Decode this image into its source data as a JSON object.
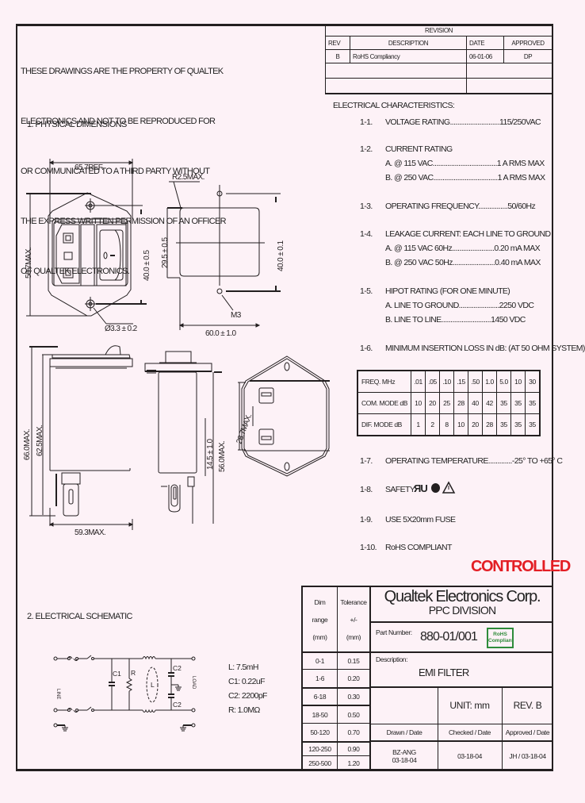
{
  "notice": {
    "lines": [
      "THESE DRAWINGS ARE THE PROPERTY OF QUALTEK",
      "ELECTRONICS AND NOT TO BE REPRODUCED FOR",
      "OR COMMUNICATED TO A THIRD PARTY WITHOUT",
      "THE EXPRESS WRITTEN PERMISSION OF AN OFFICER",
      "OF QUALTEK ELECTRONICS."
    ]
  },
  "revision": {
    "title": "REVISION",
    "headers": [
      "REV",
      "DESCRIPTION",
      "DATE",
      "APPROVED"
    ],
    "rows": [
      {
        "rev": "B",
        "description": "RoHS Compliancy",
        "date": "06-01-06",
        "approved": "DP"
      },
      {
        "rev": "",
        "description": "",
        "date": "",
        "approved": ""
      },
      {
        "rev": "",
        "description": "",
        "date": "",
        "approved": ""
      }
    ]
  },
  "physical": {
    "heading": "1.  PHYSICAL DIMENSIONS",
    "dims": {
      "width_ref": "65.7REF.",
      "height_max": "50.7MAX.",
      "hole_spacing": "40.0 ± 0.5",
      "hole_dia": "Ø3.3 ± 0.2",
      "panel_height": "29.5 ± 0.5",
      "radius": "R2.5MAX.",
      "cutout_spacing": "40.0 ± 0.1",
      "thread": "M3",
      "cutout_width": "60.0 ± 1.0",
      "depth_total": "66.0MAX.",
      "depth_body": "62.5MAX.",
      "body_width": "59.3MAX.",
      "side_pin": "14.5 ± 1.0",
      "side_depth": "56.0MAX.",
      "back_width": "28.7MAX."
    }
  },
  "electrical": {
    "heading": "ELECTRICAL CHARACTERISTICS:",
    "items": [
      {
        "num": "1-1.",
        "text": "VOLTAGE RATING...........................115/250VAC"
      },
      {
        "num": "1-2.",
        "text": "CURRENT RATING",
        "sub": [
          "A. @ 115 VAC...................................1 A RMS MAX",
          "B. @ 250 VAC...................................1 A RMS MAX"
        ]
      },
      {
        "num": "1-3.",
        "text": "OPERATING FREQUENCY................50/60Hz"
      },
      {
        "num": "1-4.",
        "text": "LEAKAGE CURRENT:  EACH LINE TO GROUND",
        "sub": [
          "A. @ 115 VAC 60Hz.......................0.20  mA MAX",
          "B. @ 250 VAC 50Hz.......................0.40  mA MAX"
        ]
      },
      {
        "num": "1-5.",
        "text": "HIPOT RATING (FOR ONE MINUTE)",
        "sub": [
          "A. LINE TO GROUND......................2250 VDC",
          "B. LINE TO LINE...........................1450 VDC"
        ]
      },
      {
        "num": "1-6.",
        "text": "MINIMUM INSERTION LOSS IN dB: (AT 50 OHM SYSTEM)"
      },
      {
        "num": "1-7.",
        "text": "OPERATING TEMPERATURE.............-25° TO +65° C"
      },
      {
        "num": "1-8.",
        "text": "SAFETY:"
      },
      {
        "num": "1-9.",
        "text": "USE 5X20mm FUSE"
      },
      {
        "num": "1-10.",
        "text": "RoHS COMPLIANT"
      }
    ],
    "safety_marks": [
      "UR-mark-icon",
      "CSA-mark-icon",
      "VDE-triangle-icon"
    ]
  },
  "insertion_loss": {
    "headers": [
      "FREQ. MHz",
      ".01",
      ".05",
      ".10",
      ".15",
      ".50",
      "1.0",
      "5.0",
      "10",
      "30"
    ],
    "rows": [
      {
        "label": "COM. MODE dB",
        "values": [
          "10",
          "20",
          "25",
          "28",
          "40",
          "42",
          "35",
          "35",
          "35"
        ]
      },
      {
        "label": "DIF. MODE dB",
        "values": [
          "1",
          "2",
          "8",
          "10",
          "20",
          "28",
          "35",
          "35",
          "35"
        ]
      }
    ]
  },
  "controlled_stamp": "CONTROLLED",
  "schematic": {
    "heading": "2.  ELECTRICAL SCHEMATIC",
    "labels": {
      "c1": "C1",
      "r": "R",
      "l": "L",
      "c2a": "C2",
      "c2b": "C2",
      "line": "LINE",
      "load": "LOAD"
    },
    "values": [
      "L:  7.5mH",
      "C1: 0.22uF",
      "C2: 2200pF",
      "R:  1.0MΩ"
    ]
  },
  "title_block": {
    "company": "Qualtek Electronics Corp.",
    "division": "PPC  DIVISION",
    "part_number_label": "Part Number:",
    "part_number": "880-01/001",
    "rohs_badge": [
      "RoHS",
      "Compliant"
    ],
    "description_label": "Description:",
    "description": "EMI FILTER",
    "unit": "UNIT: mm",
    "rev": "REV.  B",
    "drawn_label": "Drawn / Date",
    "checked_label": "Checked / Date",
    "approved_label": "Approved / Date",
    "drawn_value": [
      "BZ-ANG",
      "03-18-04"
    ],
    "checked_value": "03-18-04",
    "approved_value": "JH / 03-18-04",
    "tolerance": {
      "headers": [
        [
          "Dim",
          "range",
          "(mm)"
        ],
        [
          "Tolerance",
          "+/-",
          "(mm)"
        ]
      ],
      "rows": [
        [
          "0-1",
          "0.15"
        ],
        [
          "1-6",
          "0.20"
        ],
        [
          "6-18",
          "0.30"
        ],
        [
          "18-50",
          "0.50"
        ],
        [
          "50-120",
          "0.70"
        ],
        [
          "120-250",
          "0.90"
        ],
        [
          "250-500",
          "1.20"
        ]
      ]
    }
  }
}
